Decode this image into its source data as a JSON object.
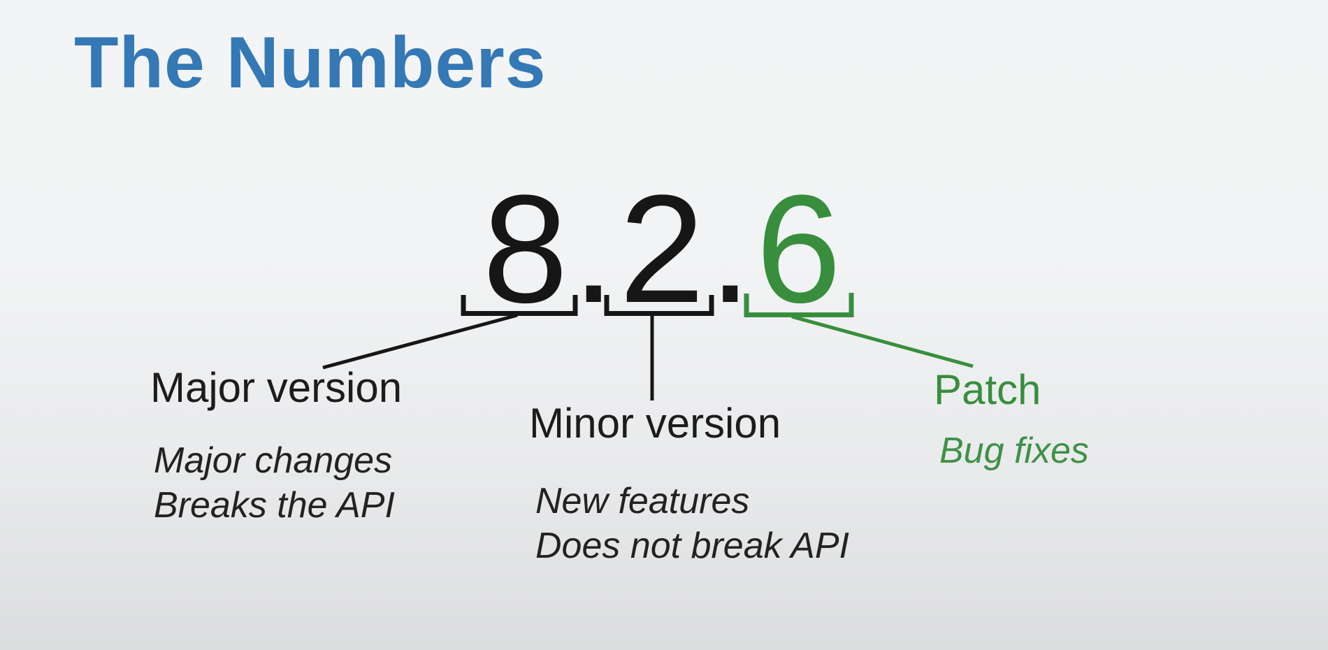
{
  "slide": {
    "title": "The Numbers",
    "version": {
      "major": "8",
      "minor": "2",
      "patch": "6",
      "separator": "."
    },
    "annotations": {
      "major": {
        "label": "Major version",
        "desc_line1": "Major changes",
        "desc_line2": "Breaks the API"
      },
      "minor": {
        "label": "Minor version",
        "desc_line1": "New features",
        "desc_line2": "Does not break API"
      },
      "patch": {
        "label": "Patch",
        "desc_line1": "Bug fixes"
      }
    },
    "colors": {
      "title_blue": "#3478b6",
      "text_black": "#1c1c1c",
      "accent_green": "#388e3c",
      "background_top": "#f3f4f5",
      "background_bottom": "#dcddde"
    }
  }
}
